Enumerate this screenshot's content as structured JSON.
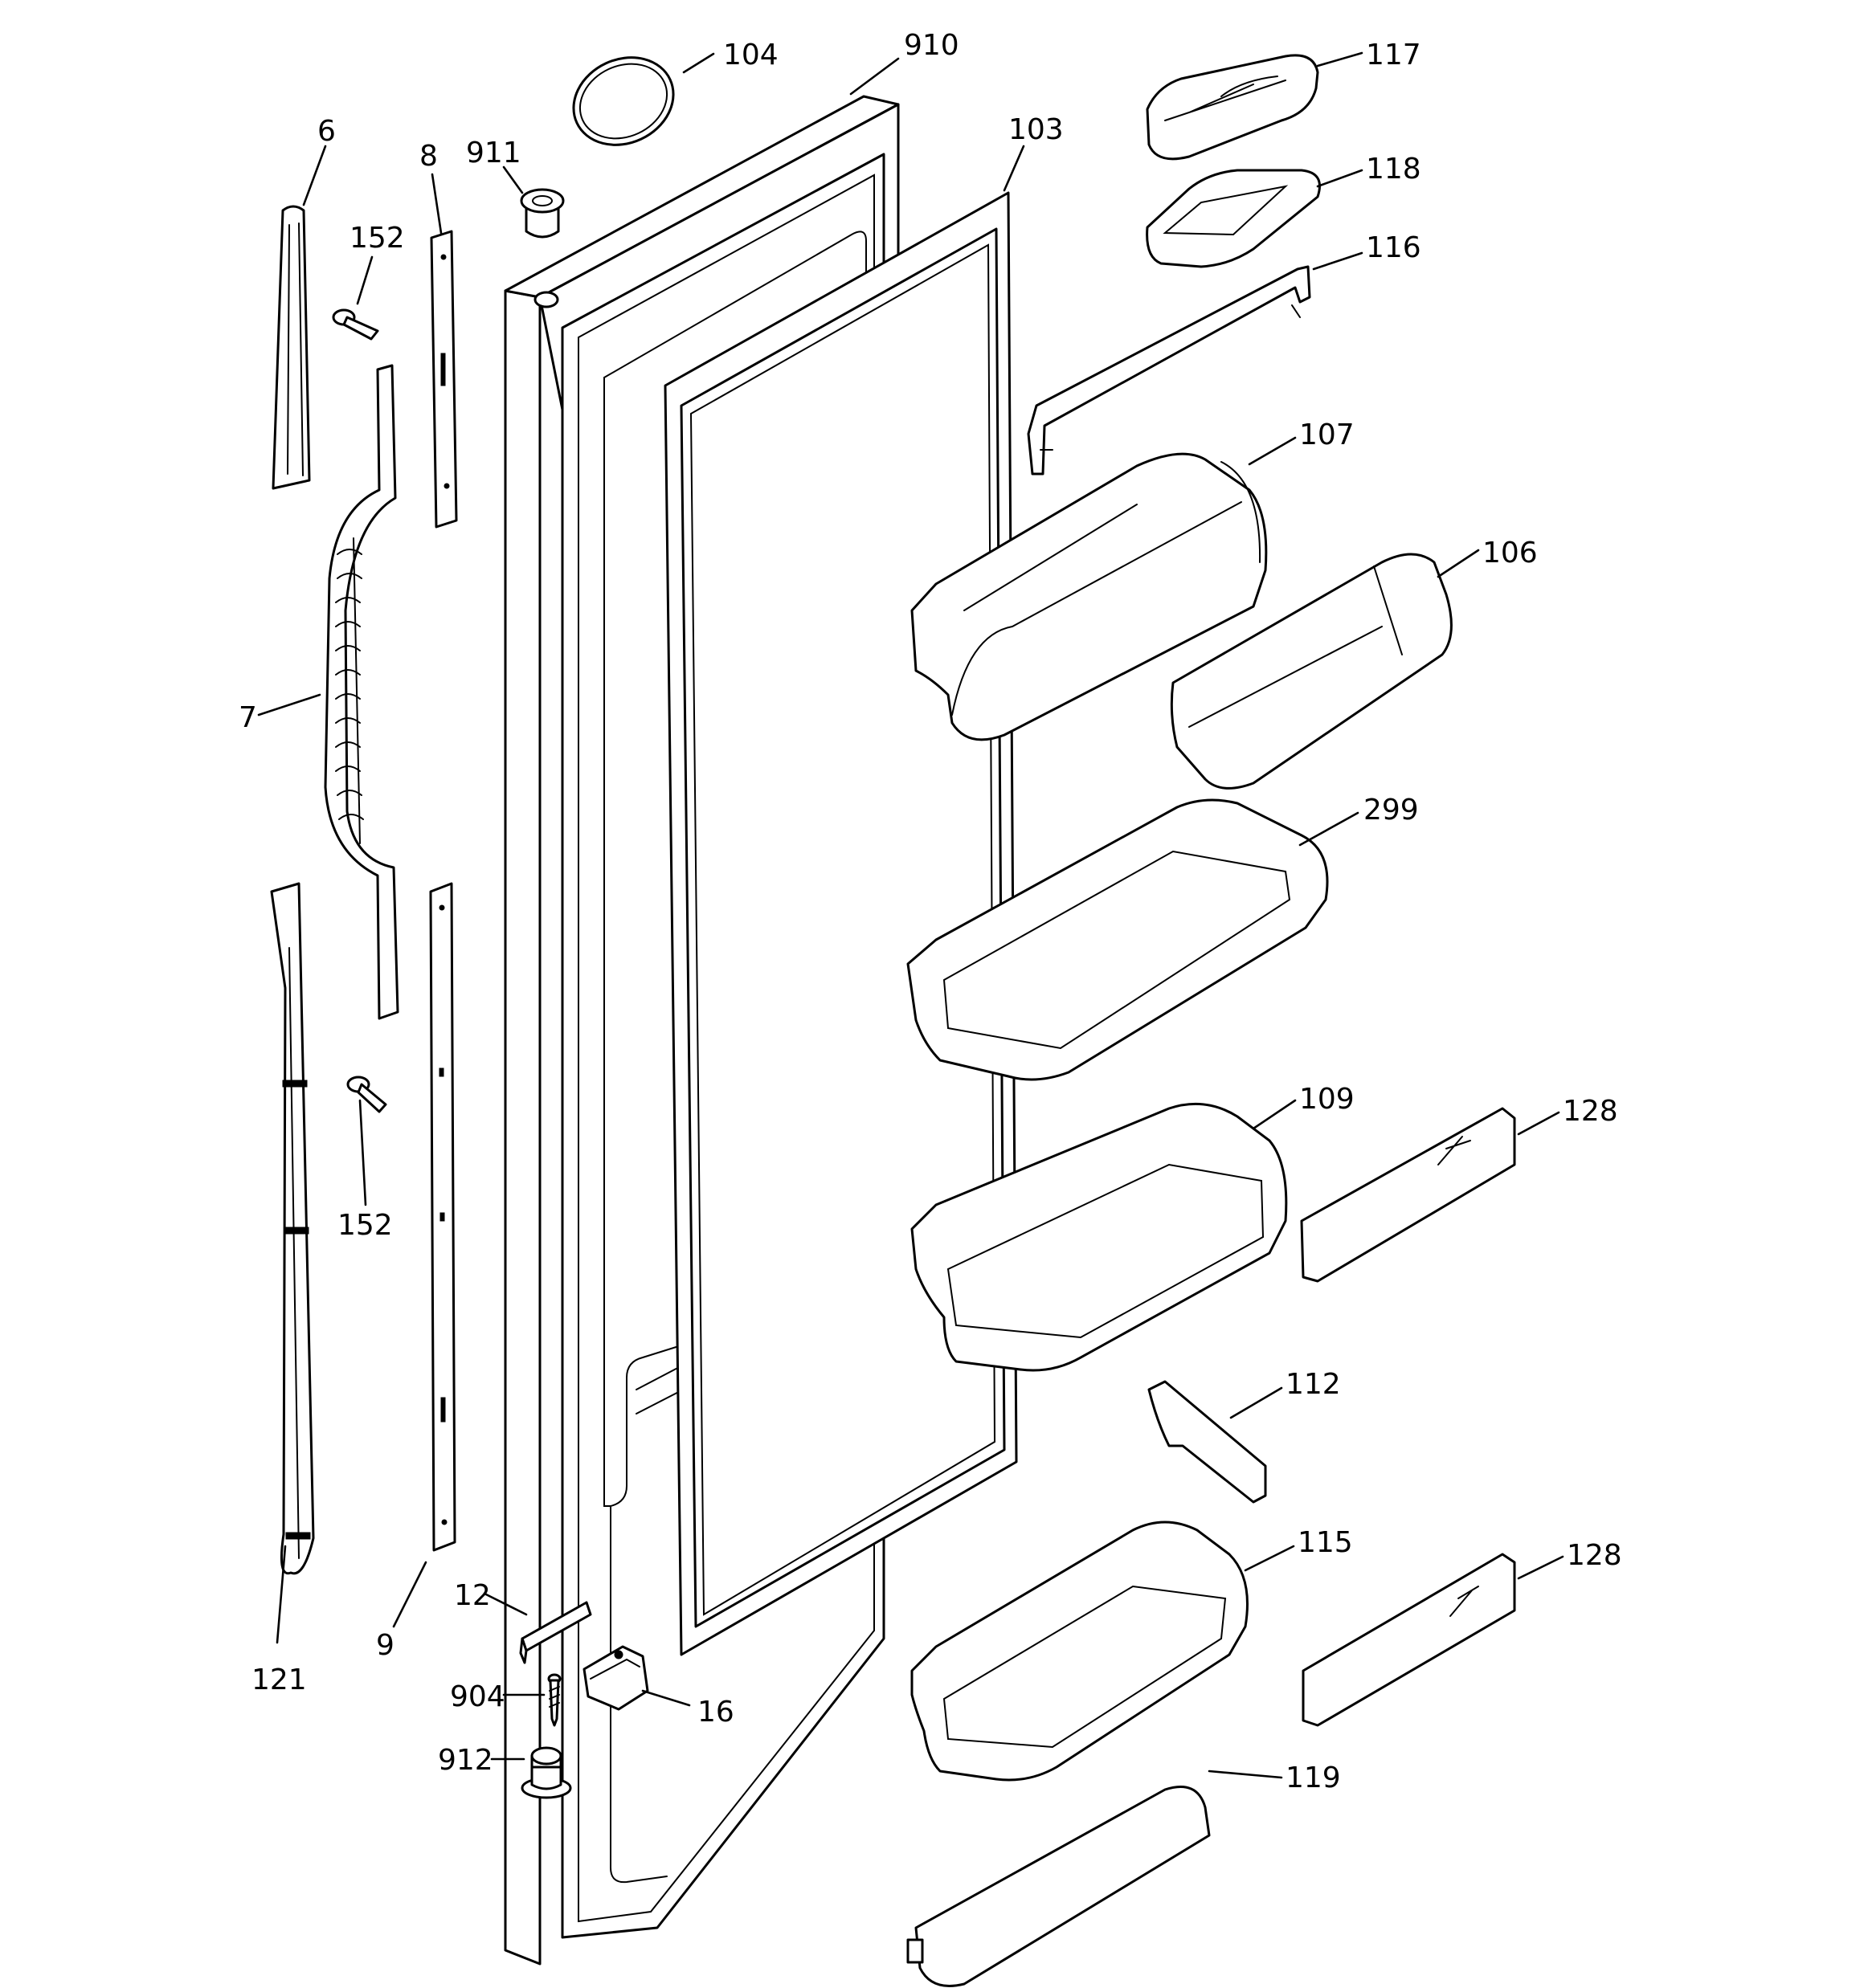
{
  "diagram": {
    "colors": {
      "line": "#000000",
      "background": "#ffffff"
    },
    "callouts": {
      "p104": "104",
      "p910": "910",
      "p103": "103",
      "p117": "117",
      "p118": "118",
      "p116": "116",
      "p107": "107",
      "p106": "106",
      "p299": "299",
      "p109": "109",
      "p128a": "128",
      "p112": "112",
      "p115": "115",
      "p128b": "128",
      "p119": "119",
      "p6": "6",
      "p8": "8",
      "p911": "911",
      "p152a": "152",
      "p7": "7",
      "p152b": "152",
      "p121": "121",
      "p9": "9",
      "p12": "12",
      "p904": "904",
      "p16": "16",
      "p912": "912"
    }
  }
}
